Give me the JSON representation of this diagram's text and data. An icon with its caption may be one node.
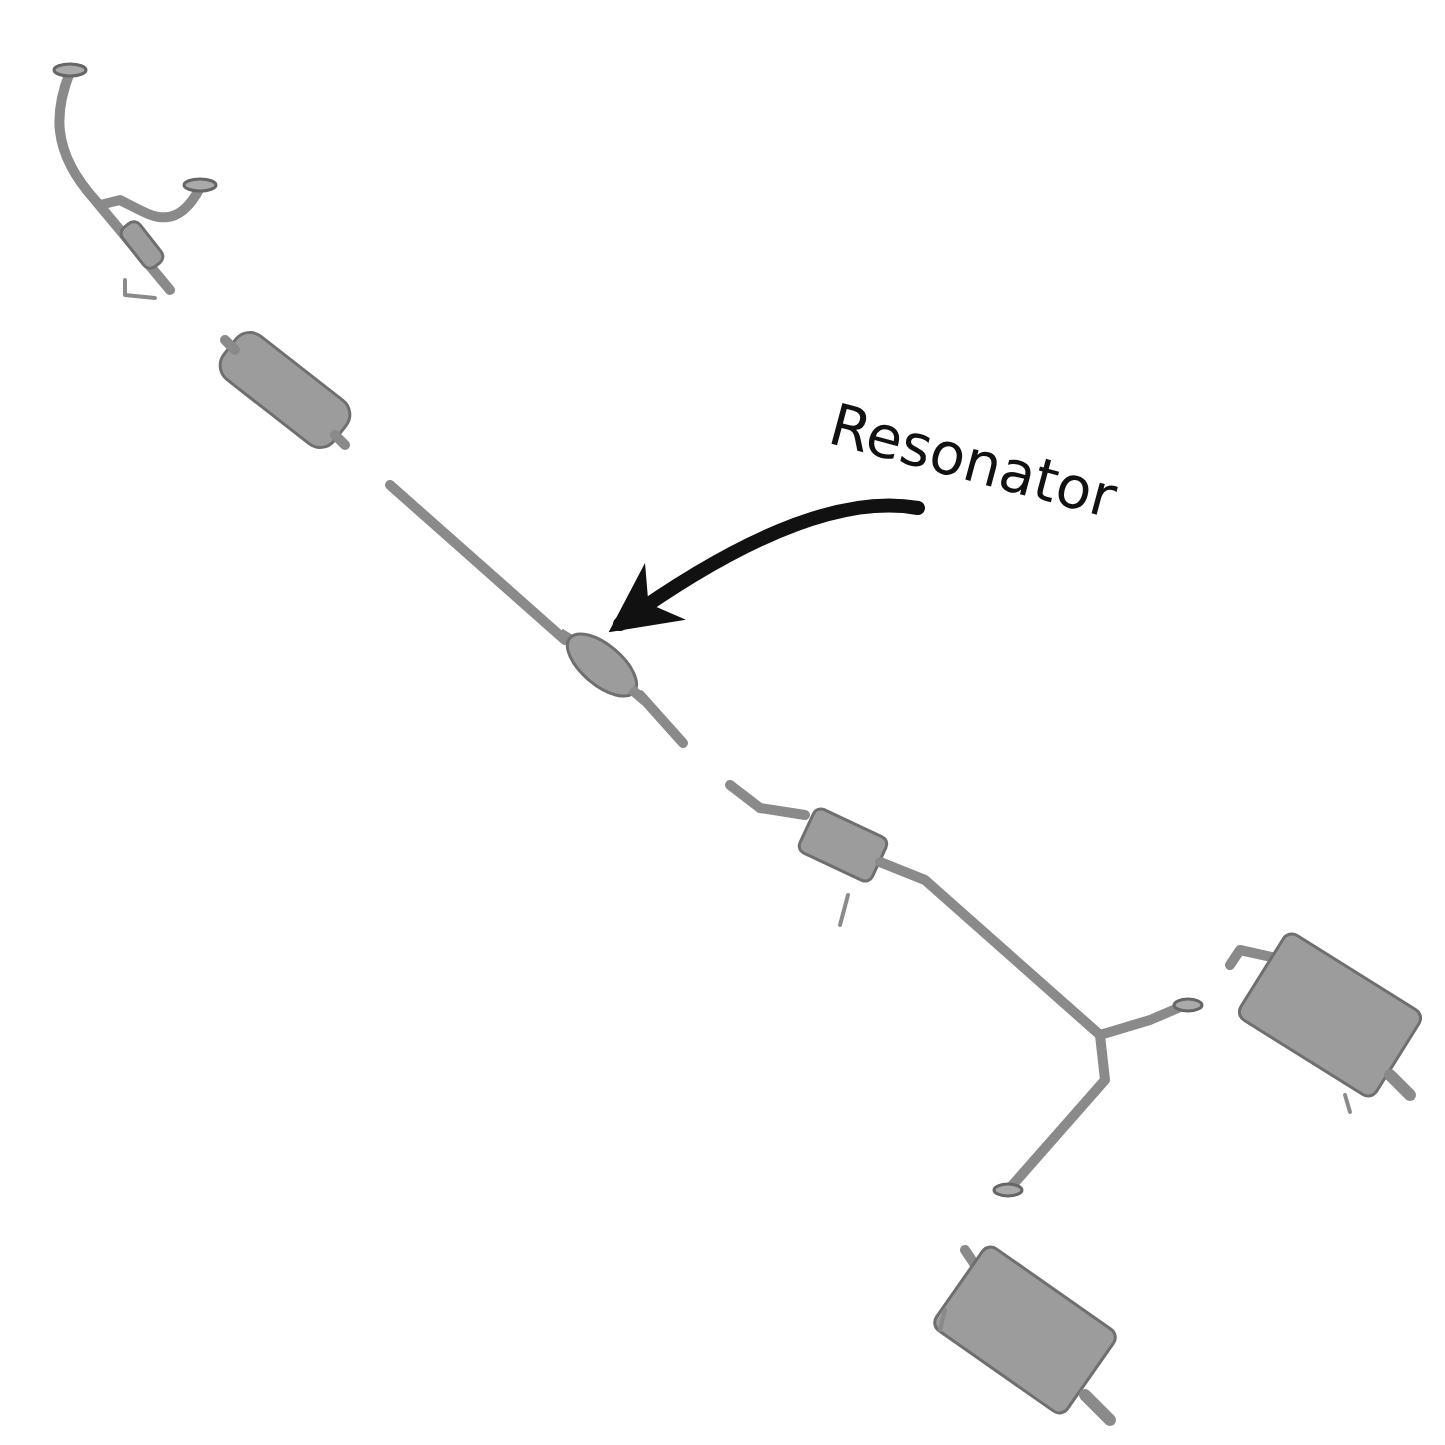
{
  "diagram": {
    "nodes": [
      {
        "text": [
          "Resonator"
        ]
      },
      {
        "text": [],
        "shape": "cylinder"
      }
    ],
    "edges": [
      {
        "from": 0,
        "to": 1,
        "arrow": "to"
      }
    ]
  }
}
